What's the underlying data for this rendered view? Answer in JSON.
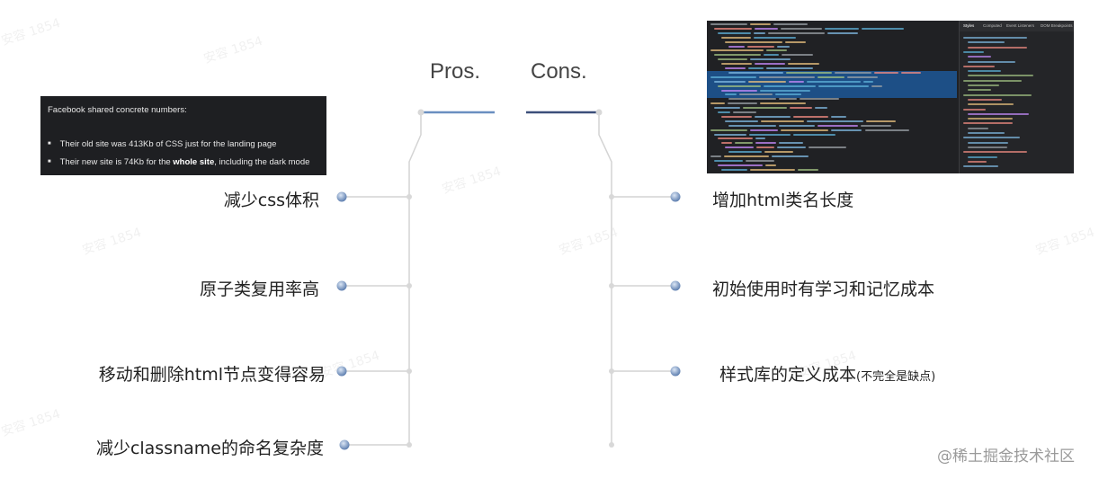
{
  "headers": {
    "pros": "Pros.",
    "cons": "Cons."
  },
  "pros_items": [
    {
      "label": "减少css体积"
    },
    {
      "label": "原子类复用率高"
    },
    {
      "label": "移动和删除html节点变得容易"
    },
    {
      "label": "减少classname的命名复杂度"
    }
  ],
  "cons_items": [
    {
      "label": "增加html类名长度",
      "note": ""
    },
    {
      "label": "初始使用时有学习和记忆成本",
      "note": ""
    },
    {
      "label": "样式库的定义成本",
      "note": "(不完全是缺点)"
    }
  ],
  "facebook_panel": {
    "heading": "Facebook shared concrete numbers:",
    "bullet1": "Their old site was 413Kb of CSS just for the landing page",
    "bullet2_before": "Their new site is 74Kb for the ",
    "bullet2_bold": "whole site",
    "bullet2_after": ", including the dark mode"
  },
  "devtools_panel": {
    "tabs": [
      "Styles",
      "Computed",
      "Event Listeners",
      "DOM Breakpoints"
    ]
  },
  "watermark": "@稀土掘金技术社区",
  "background_watermark": "安容 1854",
  "colors": {
    "timeline": "#d4d4d4",
    "pros_bar": "#6a8fc0",
    "cons_bar": "#3c4f7a",
    "dot": "#6d8cb8",
    "devtools_bg": "#202124",
    "fb_bg": "#1e1f22"
  }
}
